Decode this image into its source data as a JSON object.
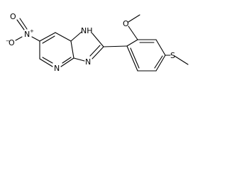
{
  "structure": {
    "atoms": {
      "nitro_oxygen_top": "O",
      "nitro_nitrogen": "N",
      "nitro_oxygen_bottom": "O",
      "pyridine_nitrogen": "N",
      "imidazole_nh": "NH",
      "imidazole_nitrogen": "N",
      "methoxy_oxygen": "O",
      "thioether_sulfur": "S"
    },
    "charges": {
      "nitro_nitrogen_plus": "+",
      "nitro_oxygen_minus": "−"
    }
  }
}
